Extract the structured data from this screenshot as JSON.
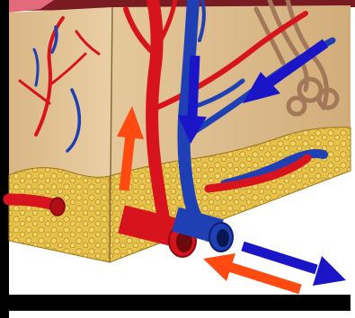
{
  "figure": {
    "subject": "skin-blood-vessel-illustration",
    "colors": {
      "artery": "#d7141e",
      "artery_dark": "#8c0b10",
      "vein": "#1f3fb5",
      "vein_dark": "#0e1f6e",
      "flow_arrow_red": "#ff4a12",
      "flow_arrow_blue": "#1a16c8",
      "fat": "#e6c24a",
      "fat_dark": "#b58a1e",
      "dermis": "#e2c49a",
      "dermis_shade": "#c9a272",
      "frame": "#000000"
    },
    "arrows": [
      {
        "name": "artery-flow-arrow-up",
        "color": "red",
        "direction": "up"
      },
      {
        "name": "vein-flow-arrow-down",
        "color": "blue",
        "direction": "down"
      },
      {
        "name": "vein-flow-arrow-diagonal",
        "color": "blue",
        "direction": "down-left"
      },
      {
        "name": "vein-flow-arrow-right",
        "color": "blue",
        "direction": "right"
      },
      {
        "name": "artery-flow-arrow-left",
        "color": "red",
        "direction": "left"
      }
    ]
  }
}
